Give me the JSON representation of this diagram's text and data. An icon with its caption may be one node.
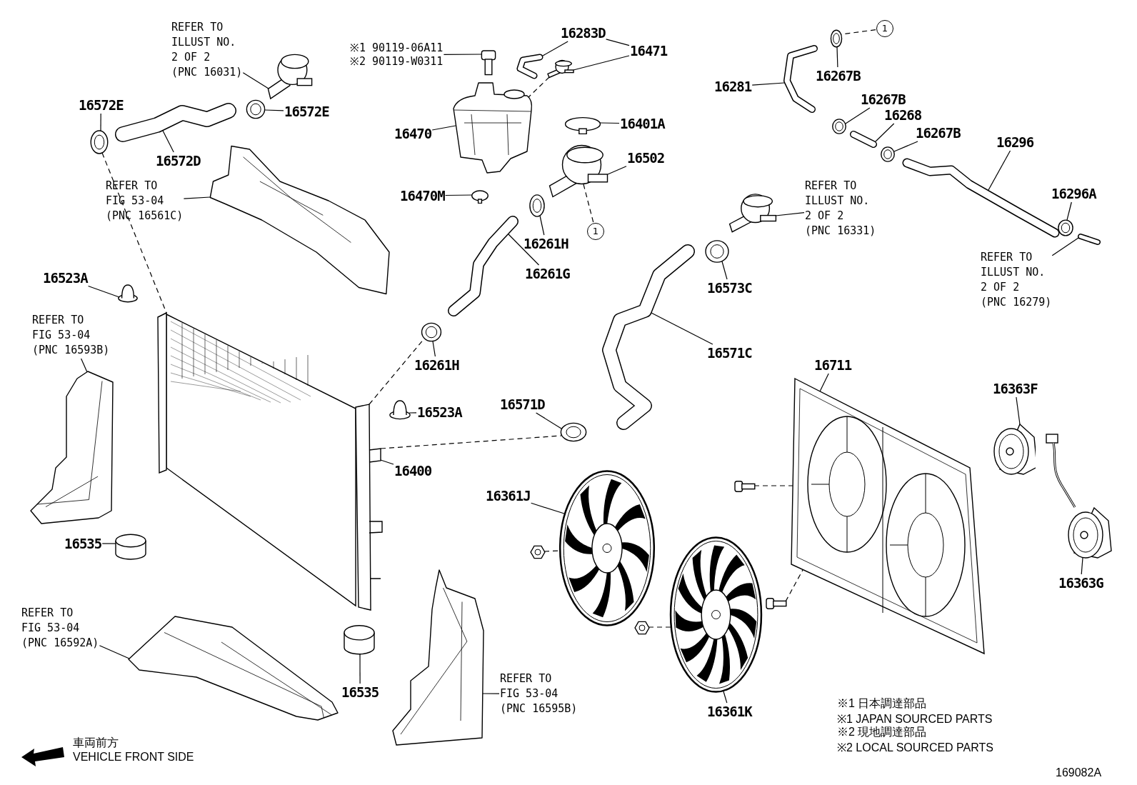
{
  "diagram": {
    "nodes": [
      {
        "text": [
          "REFER TO ILLUST NO. 2 OF 2",
          "(PNC 16031)"
        ]
      },
      {
        "text": [],
        "shape": "picture"
      },
      {
        "text": [
          "16572E"
        ]
      },
      {
        "text": [],
        "shape": "picture"
      },
      {
        "text": [],
        "shape": "picture"
      },
      {
        "text": [
          "16572D"
        ]
      },
      {
        "text": [],
        "shape": "picture"
      },
      {
        "text": [
          "16572E"
        ]
      },
      {
        "text": [
          "REFER TO FIG 53-04",
          "(PNC 16561C)"
        ]
      },
      {
        "text": [],
        "shape": "picture"
      },
      {
        "text": [
          "※1 90119-06A11",
          "※2 90119-W0311"
        ]
      },
      {
        "text": [],
        "shape": "picture"
      },
      {
        "text": [],
        "shape": "picture"
      },
      {
        "text": [
          "16283D"
        ]
      },
      {
        "text": [
          "16471"
        ]
      },
      {
        "text": [],
        "shape": "picture"
      },
      {
        "text": [
          "16470"
        ]
      },
      {
        "text": [],
        "shape": "picture"
      },
      {
        "text": [],
        "shape": "circle"
      },
      {
        "text": [
          "16401A"
        ]
      },
      {
        "text": [],
        "shape": "picture"
      },
      {
        "text": [
          "16502"
        ]
      },
      {
        "text": [
          "16470M"
        ]
      },
      {
        "text": [],
        "shape": "circle"
      },
      {
        "text": [],
        "shape": "picture"
      },
      {
        "text": [
          "16261H"
        ]
      },
      {
        "text": [
          "1"
        ]
      },
      {
        "text": [],
        "shape": "picture"
      },
      {
        "text": [
          "16261G"
        ]
      },
      {
        "text": [],
        "shape": "picture"
      },
      {
        "text": [
          "16261H"
        ]
      },
      {
        "text": [
          "16523A"
        ]
      },
      {
        "text": [],
        "shape": "picture"
      },
      {
        "text": [
          "16281"
        ]
      },
      {
        "text": [],
        "shape": "picture"
      },
      {
        "text": [],
        "shape": "picture"
      },
      {
        "text": [
          "1"
        ]
      },
      {
        "text": [
          "16267B"
        ]
      },
      {
        "text": [],
        "shape": "picture"
      },
      {
        "text": [
          "16267B"
        ]
      },
      {
        "text": [],
        "shape": "picture"
      },
      {
        "text": [
          "16268"
        ]
      },
      {
        "text": [],
        "shape": "picture"
      },
      {
        "text": [
          "16267B"
        ]
      },
      {
        "text": [
          "16296"
        ]
      },
      {
        "text": [],
        "shape": "picture"
      },
      {
        "text": [
          "16296A"
        ]
      },
      {
        "text": [],
        "shape": "picture"
      },
      {
        "text": [],
        "shape": "picture"
      },
      {
        "text": [
          "REFER TO ILLUST NO. 2 OF 2",
          "(PNC 16279)"
        ]
      },
      {
        "text": [],
        "shape": "picture"
      },
      {
        "text": [
          "REFER TO ILLUST NO. 2 OF 2",
          "(PNC 16331)"
        ]
      },
      {
        "text": [],
        "shape": "picture"
      },
      {
        "text": [
          "16573C"
        ]
      },
      {
        "text": [
          "REFER TO FIG 53-04",
          "(PNC 16593B)"
        ]
      },
      {
        "text": [],
        "shape": "picture"
      },
      {
        "text": [],
        "shape": "picture"
      },
      {
        "text": [],
        "shape": "picture"
      },
      {
        "text": [
          "16571C"
        ]
      },
      {
        "text": [
          "16523A"
        ]
      },
      {
        "text": [],
        "shape": "picture"
      },
      {
        "text": [
          "16571D"
        ]
      },
      {
        "text": [],
        "shape": "picture"
      },
      {
        "text": [
          "16400"
        ]
      },
      {
        "text": [
          "16535"
        ]
      },
      {
        "text": [],
        "shape": "cylinder"
      },
      {
        "text": [
          "REFER TO FIG 53-04",
          "(PNC 16592A)"
        ]
      },
      {
        "text": [],
        "shape": "picture"
      },
      {
        "text": [],
        "shape": "cylinder"
      },
      {
        "text": [
          "16535"
        ]
      },
      {
        "text": [],
        "shape": "picture"
      },
      {
        "text": [
          "REFER TO FIG 53-04",
          "(PNC 16595B)"
        ]
      },
      {
        "text": [
          "16361J"
        ]
      },
      {
        "text": [],
        "shape": "picture"
      },
      {
        "text": [],
        "shape": "picture"
      },
      {
        "text": [],
        "shape": "picture"
      },
      {
        "text": [],
        "shape": "picture"
      },
      {
        "text": [
          "16361K"
        ]
      },
      {
        "text": [
          "16711"
        ]
      },
      {
        "text": [],
        "shape": "picture"
      },
      {
        "text": [],
        "shape": "picture"
      },
      {
        "text": [],
        "shape": "picture"
      },
      {
        "text": [
          "16363F"
        ]
      },
      {
        "text": [],
        "shape": "picture"
      },
      {
        "text": [],
        "shape": "picture"
      },
      {
        "text": [
          "16363G"
        ]
      }
    ],
    "edges": [
      {
        "from": 0,
        "to": 1,
        "arrow": "none"
      },
      {
        "from": 2,
        "to": 3,
        "arrow": "none"
      },
      {
        "from": 5,
        "to": 4,
        "arrow": "none"
      },
      {
        "from": 7,
        "to": 6,
        "arrow": "none"
      },
      {
        "from": 8,
        "to": 9,
        "arrow": "none"
      },
      {
        "from": 10,
        "to": 11,
        "arrow": "none"
      },
      {
        "from": 13,
        "to": 12,
        "arrow": "none"
      },
      {
        "from": 14,
        "to": 13,
        "arrow": "none"
      },
      {
        "from": 14,
        "to": 15,
        "arrow": "none"
      },
      {
        "from": 16,
        "to": 17,
        "arrow": "none"
      },
      {
        "from": 19,
        "to": 18,
        "arrow": "none"
      },
      {
        "from": 21,
        "to": 20,
        "arrow": "none"
      },
      {
        "from": 22,
        "to": 23,
        "arrow": "none"
      },
      {
        "from": 25,
        "to": 24,
        "arrow": "none"
      },
      {
        "from": 28,
        "to": 27,
        "arrow": "none"
      },
      {
        "from": 30,
        "to": 29,
        "arrow": "none"
      },
      {
        "from": 31,
        "to": 32,
        "arrow": "none"
      },
      {
        "from": 33,
        "to": 34,
        "arrow": "none"
      },
      {
        "from": 37,
        "to": 35,
        "arrow": "none"
      },
      {
        "from": 39,
        "to": 38,
        "arrow": "none"
      },
      {
        "from": 41,
        "to": 40,
        "arrow": "none"
      },
      {
        "from": 43,
        "to": 42,
        "arrow": "none"
      },
      {
        "from": 44,
        "to": 45,
        "arrow": "none"
      },
      {
        "from": 46,
        "to": 47,
        "arrow": "none"
      },
      {
        "from": 49,
        "to": 48,
        "arrow": "none"
      },
      {
        "from": 51,
        "to": 50,
        "arrow": "none"
      },
      {
        "from": 53,
        "to": 52,
        "arrow": "none"
      },
      {
        "from": 54,
        "to": 55,
        "arrow": "none"
      },
      {
        "from": 58,
        "to": 57,
        "arrow": "none"
      },
      {
        "from": 59,
        "to": 60,
        "arrow": "none"
      },
      {
        "from": 61,
        "to": 62,
        "arrow": "none"
      },
      {
        "from": 63,
        "to": 56,
        "arrow": "none"
      },
      {
        "from": 64,
        "to": 65,
        "arrow": "none"
      },
      {
        "from": 66,
        "to": 67,
        "arrow": "none"
      },
      {
        "from": 69,
        "to": 68,
        "arrow": "none"
      },
      {
        "from": 71,
        "to": 70,
        "arrow": "none"
      },
      {
        "from": 72,
        "to": 73,
        "arrow": "none"
      },
      {
        "from": 77,
        "to": 75,
        "arrow": "none"
      },
      {
        "from": 78,
        "to": 79,
        "arrow": "none"
      },
      {
        "from": 82,
        "to": 83,
        "arrow": "none"
      },
      {
        "from": 85,
        "to": 84,
        "arrow": "none"
      },
      {
        "from": 3,
        "to": 56,
        "arrow": "none",
        "style": "dashed"
      },
      {
        "from": 56,
        "to": 29,
        "arrow": "none",
        "style": "dashed"
      },
      {
        "from": 56,
        "to": 62,
        "arrow": "none",
        "style": "dashed"
      },
      {
        "from": 15,
        "to": 17,
        "arrow": "none",
        "style": "dashed"
      },
      {
        "from": 36,
        "to": 35,
        "arrow": "none",
        "style": "dashed"
      },
      {
        "from": 26,
        "to": 20,
        "arrow": "none",
        "style": "dashed"
      },
      {
        "from": 74,
        "to": 73,
        "arrow": "none",
        "style": "dashed"
      },
      {
        "from": 76,
        "to": 75,
        "arrow": "none",
        "style": "dashed"
      },
      {
        "from": 80,
        "to": 79,
        "arrow": "none",
        "style": "dashed"
      },
      {
        "from": 81,
        "to": 79,
        "arrow": "none",
        "style": "dashed"
      }
    ],
    "labels": [
      "車両前方",
      "VEHICLE FRONT SIDE",
      "※1 日本調達部品",
      "※1 JAPAN SOURCED PARTS",
      "※2 現地調達部品",
      "※2 LOCAL SOURCED PARTS",
      "169082A"
    ]
  }
}
